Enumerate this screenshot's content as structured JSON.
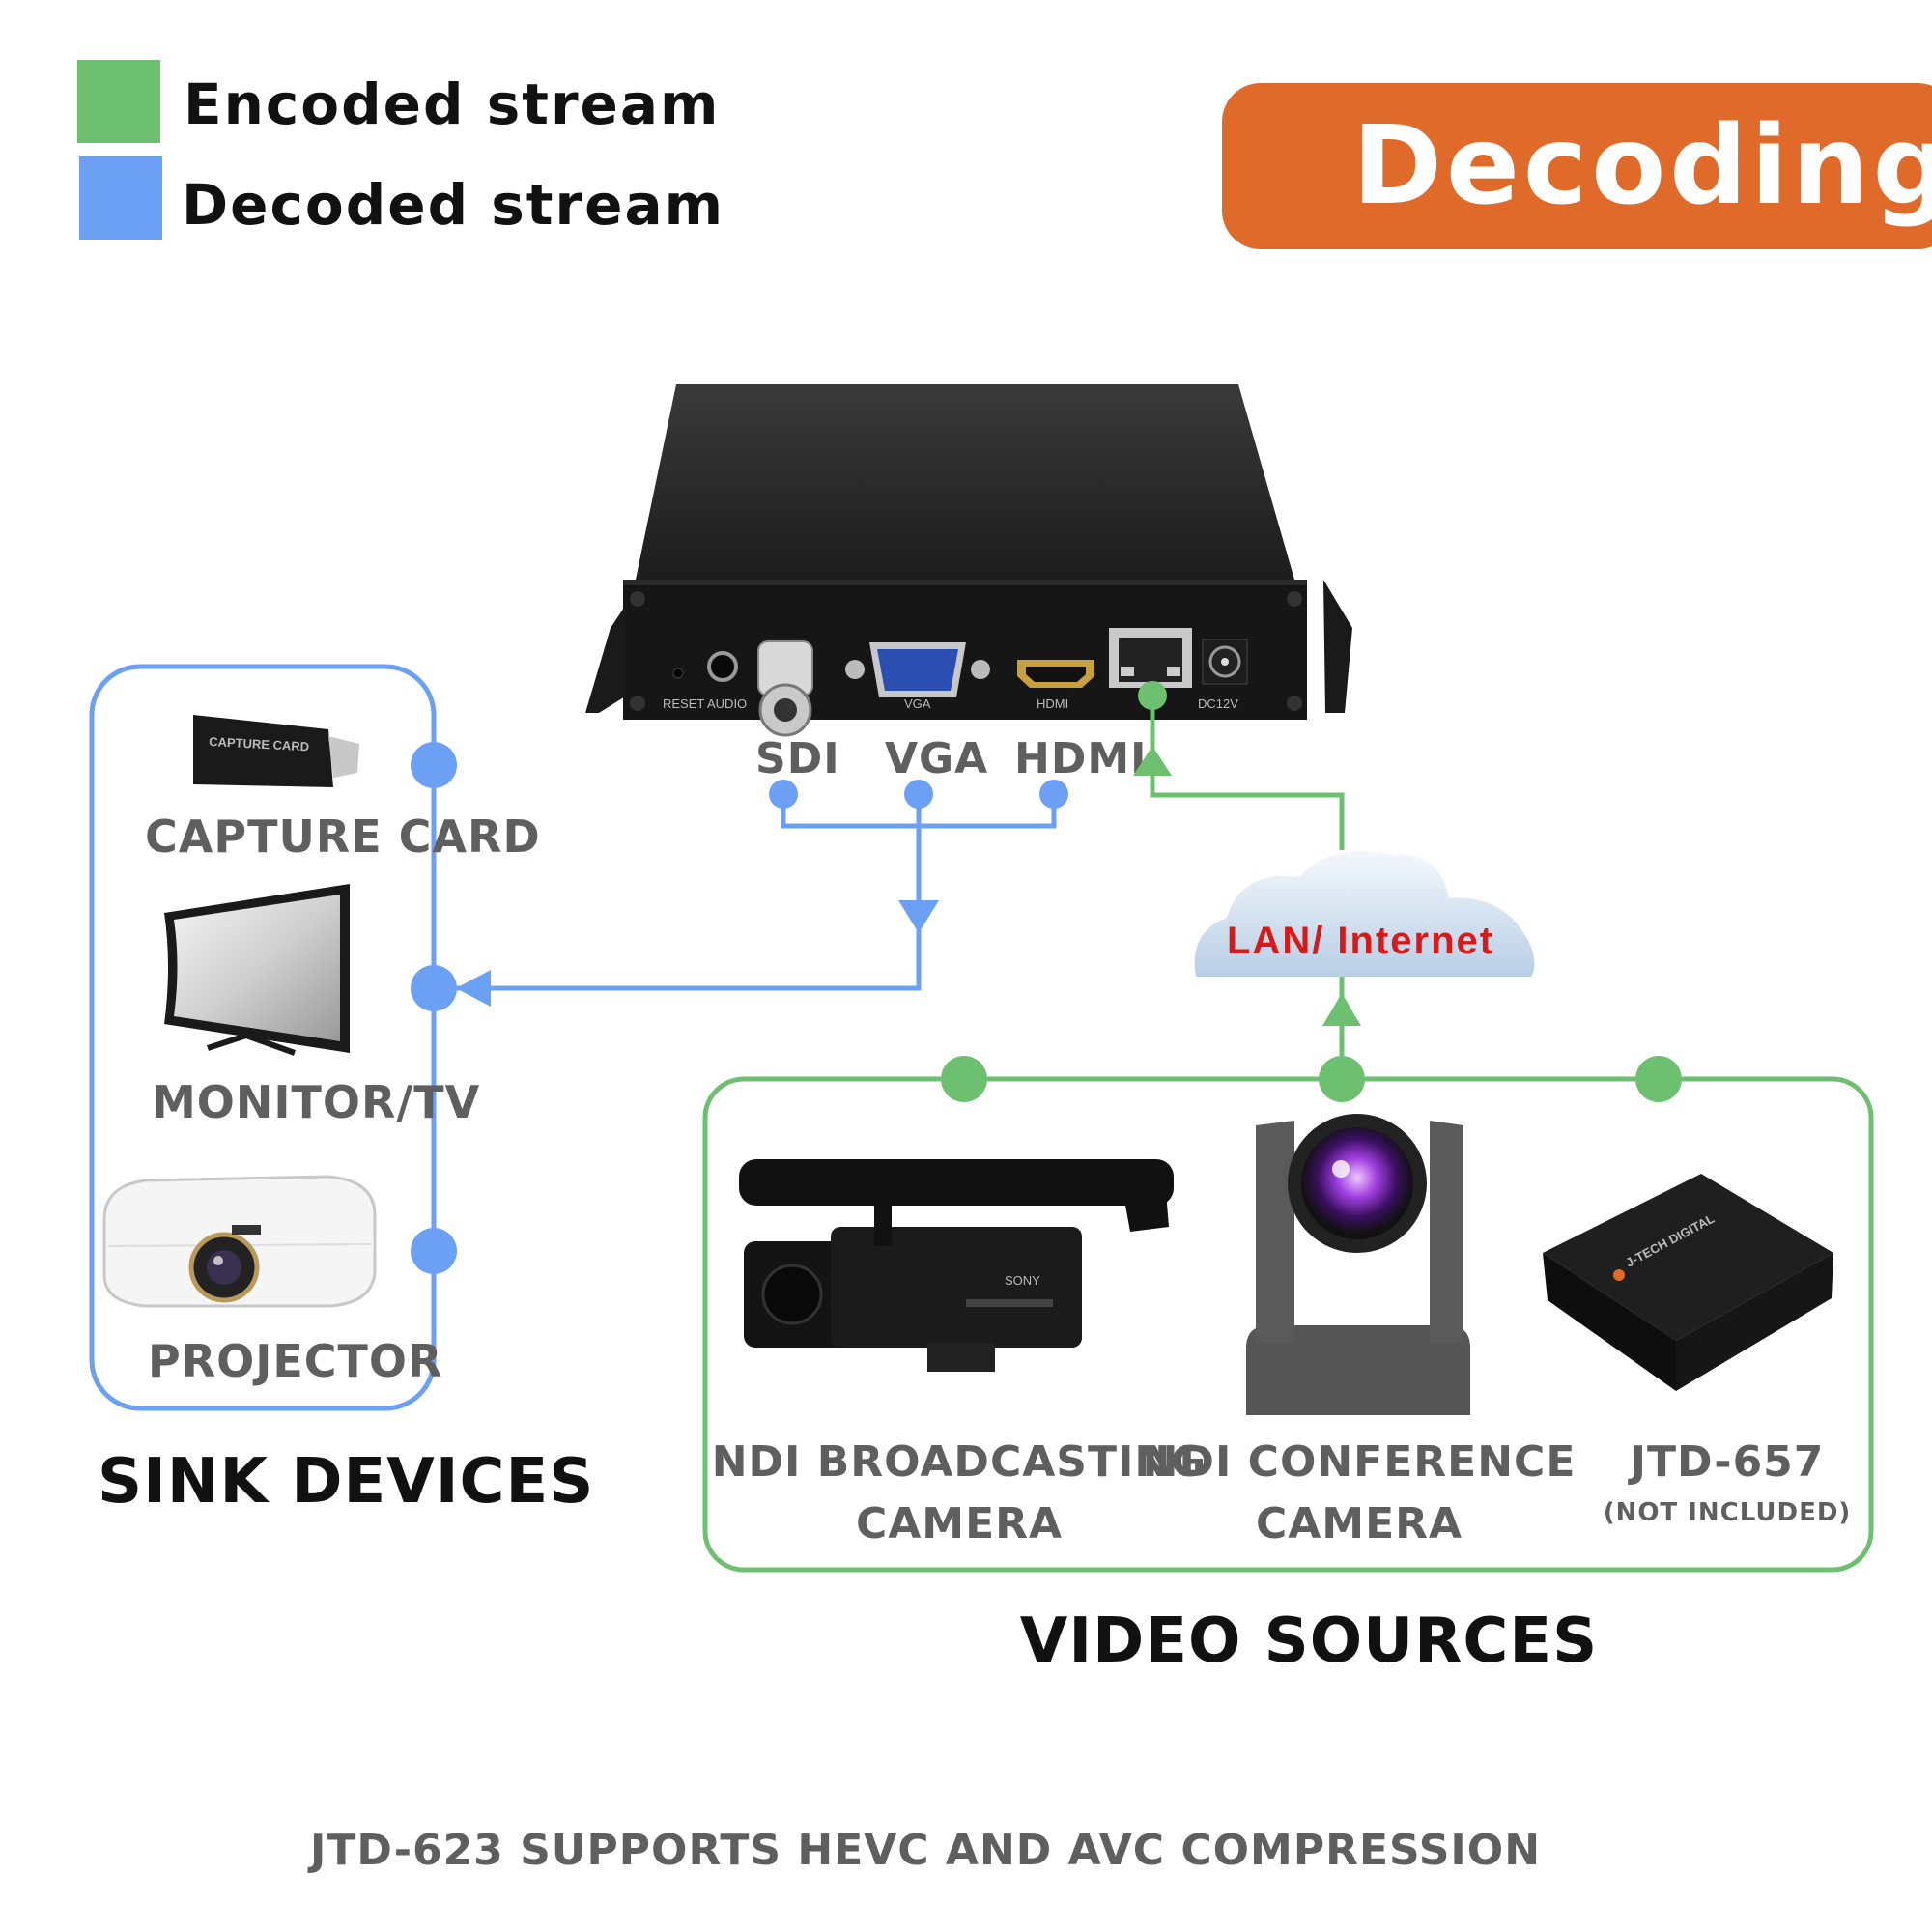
{
  "legend": {
    "encoded_label": "Encoded stream",
    "decoded_label": "Decoded stream",
    "encoded_color": "#6cc070",
    "decoded_color": "#6ba0f5"
  },
  "banner": {
    "title": "Decoding",
    "color": "#e06a2a"
  },
  "device": {
    "port_labels": {
      "reset_audio": "RESET AUDIO",
      "vga": "VGA",
      "hdmi": "HDMI",
      "dc": "DC12V"
    },
    "outputs": [
      "SDI",
      "VGA",
      "HDMI"
    ]
  },
  "cloud": {
    "label": "LAN/ Internet"
  },
  "sinks": {
    "title": "SINK DEVICES",
    "items": [
      {
        "label": "CAPTURE CARD",
        "icon": "capture-card-icon",
        "device_text": "CAPTURE CARD"
      },
      {
        "label": "MONITOR/TV",
        "icon": "monitor-icon"
      },
      {
        "label": "PROJECTOR",
        "icon": "projector-icon"
      }
    ]
  },
  "sources": {
    "title": "VIDEO SOURCES",
    "items": [
      {
        "line1": "NDI BROADCASTING",
        "line2": "CAMERA",
        "icon": "camcorder-icon",
        "brand": "SONY"
      },
      {
        "line1": "NDI CONFERENCE",
        "line2": "CAMERA",
        "icon": "ptz-camera-icon"
      },
      {
        "line1": "JTD-657",
        "line2": "(NOT INCLUDED)",
        "icon": "encoder-box-icon",
        "brand": "J-TECH DIGITAL"
      }
    ]
  },
  "footer": {
    "text": "JTD-623 SUPPORTS HEVC AND AVC COMPRESSION"
  }
}
